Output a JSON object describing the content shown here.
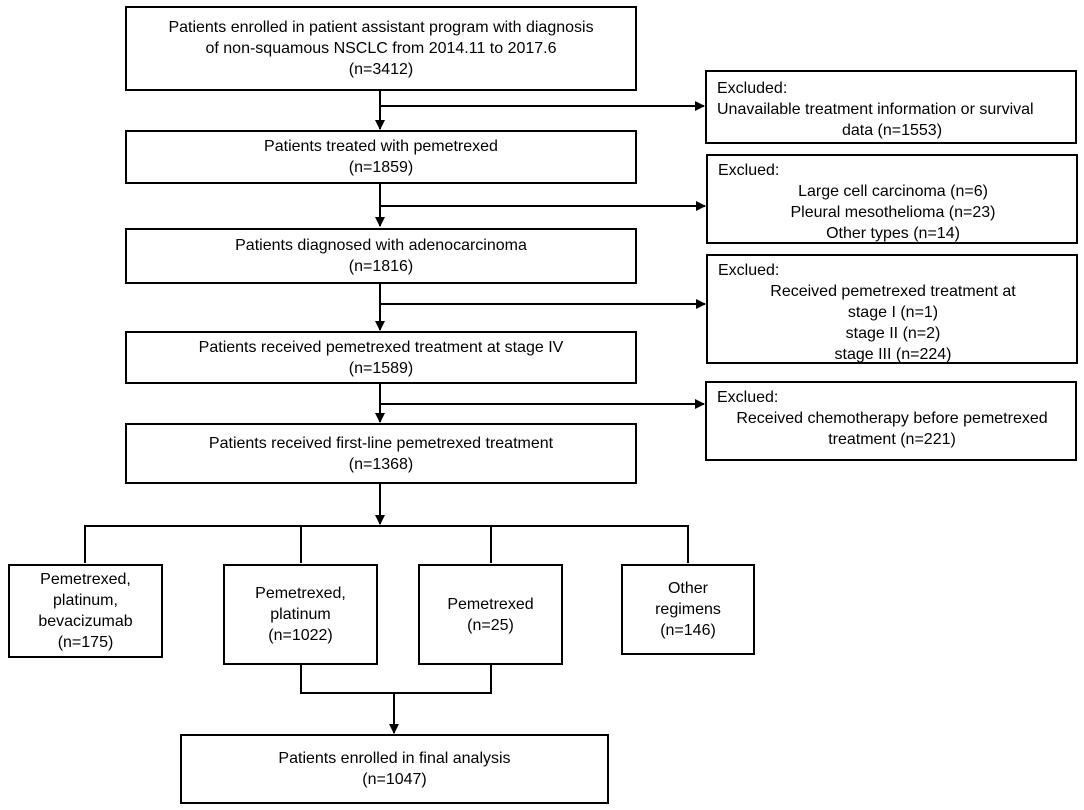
{
  "main_flow": [
    {
      "lines": [
        "Patients enrolled in patient assistant program with diagnosis",
        "of non-squamous NSCLC from 2014.11 to 2017.6",
        "(n=3412)"
      ]
    },
    {
      "lines": [
        "Patients treated with pemetrexed",
        "(n=1859)"
      ]
    },
    {
      "lines": [
        "Patients diagnosed with adenocarcinoma",
        "(n=1816)"
      ]
    },
    {
      "lines": [
        "Patients received pemetrexed treatment at stage IV",
        "(n=1589)"
      ]
    },
    {
      "lines": [
        "Patients received first-line pemetrexed treatment",
        "(n=1368)"
      ]
    }
  ],
  "exclusions": [
    {
      "heading": "Excluded:",
      "lines": [
        "Unavailable treatment information or survival",
        "data (n=1553)"
      ]
    },
    {
      "heading": "Exclued:",
      "lines": [
        "Large cell carcinoma (n=6)",
        "Pleural mesothelioma (n=23)",
        "Other types (n=14)"
      ]
    },
    {
      "heading": "Exclued:",
      "lines": [
        "Received pemetrexed treatment at",
        "stage I (n=1)",
        "stage II (n=2)",
        "stage III (n=224)"
      ]
    },
    {
      "heading": "Exclued:",
      "lines": [
        "Received chemotherapy before pemetrexed",
        "treatment (n=221)"
      ]
    }
  ],
  "regimens": [
    {
      "lines": [
        "Pemetrexed,",
        "platinum,",
        "bevacizumab",
        "(n=175)"
      ]
    },
    {
      "lines": [
        "Pemetrexed,",
        "platinum",
        "(n=1022)"
      ]
    },
    {
      "lines": [
        "Pemetrexed",
        "(n=25)"
      ]
    },
    {
      "lines": [
        "Other",
        "regimens",
        "(n=146)"
      ]
    }
  ],
  "final": {
    "lines": [
      "Patients enrolled in final analysis",
      "(n=1047)"
    ]
  }
}
